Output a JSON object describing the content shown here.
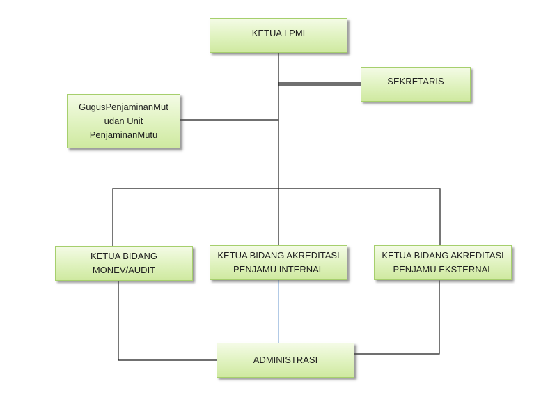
{
  "nodes": {
    "ketua_lpmi": "KETUA LPMI",
    "sekretaris": "SEKRETARIS",
    "gugus": "GugusPenjaminanMut\nudan Unit\nPenjaminanMutu",
    "ketua_bidang_monev": "KETUA BIDANG\nMONEV/AUDIT",
    "ketua_bidang_akreditasi_internal": "KETUA BIDANG AKREDITASI\nPENJAMU INTERNAL",
    "ketua_bidang_akreditasi_eksternal": "KETUA BIDANG AKREDITASI\nPENJAMU EKSTERNAL",
    "administrasi": "ADMINISTRASI"
  },
  "colors": {
    "box_fill": "#dff2be",
    "box_border": "#a6cf6d",
    "line": "#1a1a1a",
    "line_blue": "#7ea6d4"
  }
}
